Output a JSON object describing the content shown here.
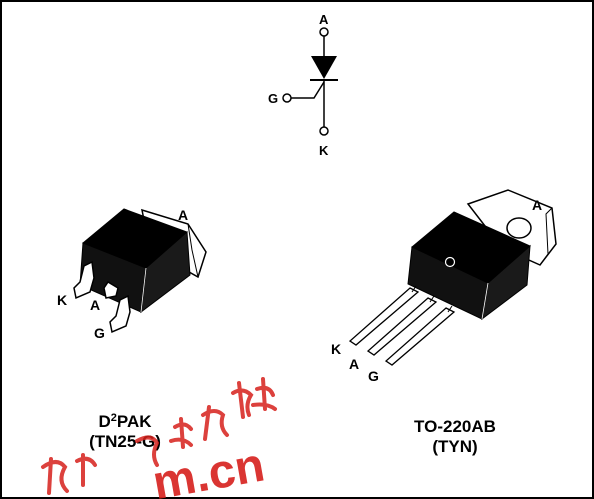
{
  "symbol": {
    "anode_label": "A",
    "gate_label": "G",
    "cathode_label": "K"
  },
  "d2pak": {
    "tab_label": "A",
    "pin_k_label": "K",
    "pin_a_label": "A",
    "pin_g_label": "G",
    "name_prefix": "D",
    "name_superscript": "2",
    "name_suffix": "PAK",
    "part_number": "(TN25-G)"
  },
  "to220": {
    "tab_label": "A",
    "pin_k_label": "K",
    "pin_a_label": "A",
    "pin_g_label": "G",
    "name": "TO-220AB",
    "part_number": "(TYN)"
  },
  "watermark": {
    "text": "m.cn"
  },
  "colors": {
    "body": "#000000",
    "metal": "#ffffff",
    "watermark": "#d6201c"
  }
}
